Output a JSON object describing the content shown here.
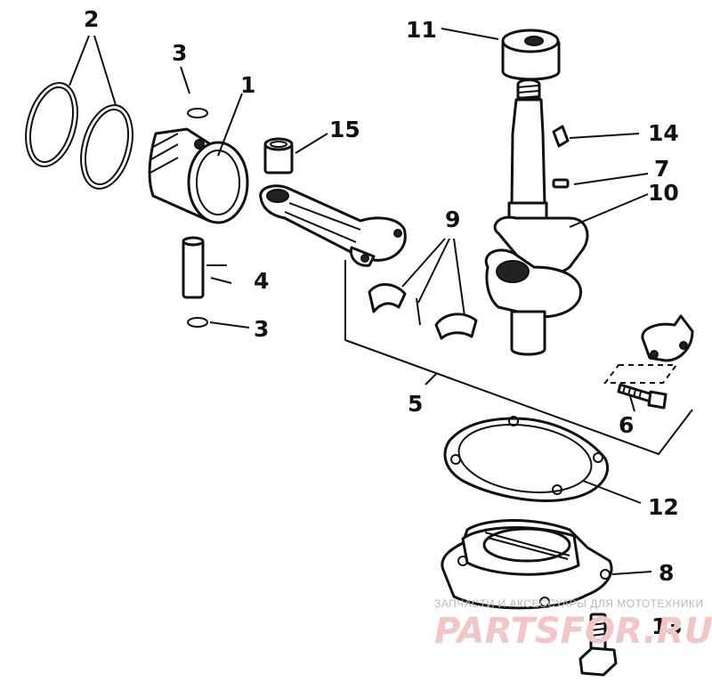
{
  "callouts": {
    "c1": "1",
    "c2": "2",
    "c3a": "3",
    "c3b": "3",
    "c4": "4",
    "c5": "5",
    "c6": "6",
    "c7": "7",
    "c8": "8",
    "c9": "9",
    "c10": "10",
    "c11": "11",
    "c12": "12",
    "c13": "13",
    "c14": "14",
    "c15": "15"
  },
  "watermark": {
    "tagline": "ЗАПЧАСТИ И АКСЕССУАРЫ ДЛЯ МОТОТЕХНИКИ",
    "logo": "PARTSFOR.RU"
  }
}
